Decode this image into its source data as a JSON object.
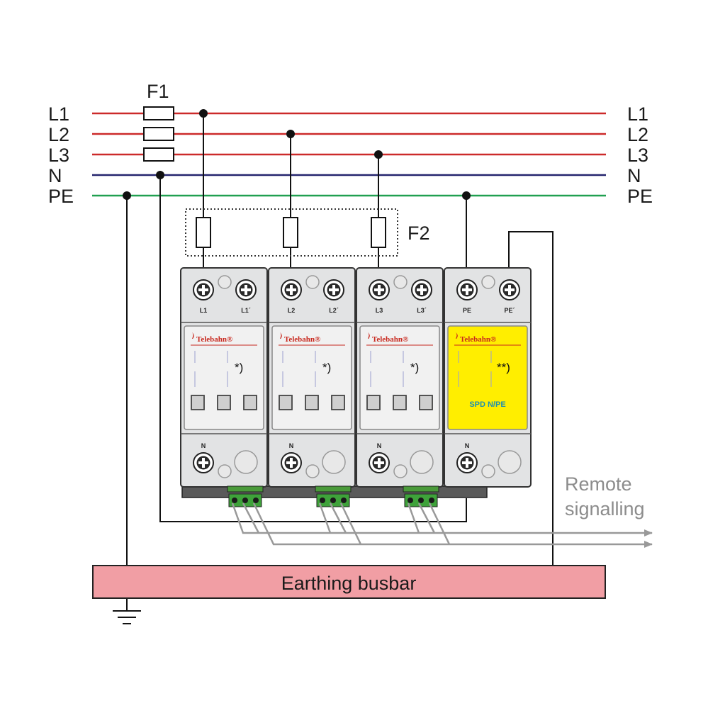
{
  "lines": {
    "left": [
      "L1",
      "L2",
      "L3",
      "N",
      "PE"
    ],
    "right": [
      "L1",
      "L2",
      "L3",
      "N",
      "PE"
    ]
  },
  "colors": {
    "phase": "#cc2a2a",
    "neutral": "#24246e",
    "pe": "#20a050",
    "busbar": "#f19ea4",
    "spd_np": "#ffee00",
    "module": "#e2e3e4",
    "signal": "#999999"
  },
  "fuses": {
    "f1": "F1",
    "f2": "F2"
  },
  "modules": [
    {
      "top_left": "L1",
      "top_right": "L1´",
      "bottom": "N",
      "brand": "Telebahn",
      "note": "*)",
      "label": ""
    },
    {
      "top_left": "L2",
      "top_right": "L2´",
      "bottom": "N",
      "brand": "Telebahn",
      "note": "*)",
      "label": ""
    },
    {
      "top_left": "L3",
      "top_right": "L3´",
      "bottom": "N",
      "brand": "Telebahn",
      "note": "*)",
      "label": ""
    },
    {
      "top_left": "PE",
      "top_right": "PE´",
      "bottom": "N",
      "brand": "Telebahn",
      "note": "**)",
      "label": "SPD N/PE"
    }
  ],
  "remote": {
    "line1": "Remote",
    "line2": "signalling"
  },
  "busbar": {
    "label": "Earthing busbar"
  }
}
